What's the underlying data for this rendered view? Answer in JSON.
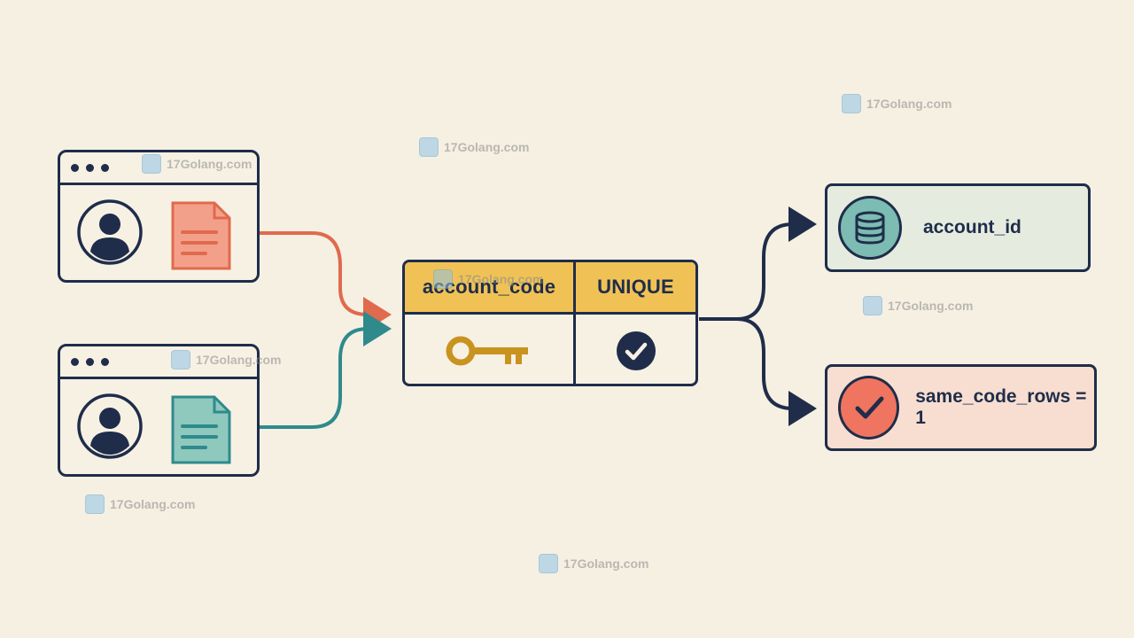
{
  "table": {
    "header_left": "account_code",
    "header_right": "UNIQUE",
    "left_icon": "key-icon",
    "right_icon": "check-circle-icon"
  },
  "results": {
    "top": {
      "label": "account_id",
      "icon": "database-icon"
    },
    "bottom": {
      "label": "same_code_rows = 1",
      "icon": "check-icon"
    }
  },
  "clients": [
    {
      "icon": "user-avatar-icon",
      "doc_icon": "document-icon",
      "doc_color": "#f3a08a"
    },
    {
      "icon": "user-avatar-icon",
      "doc_icon": "document-icon",
      "doc_color": "#8fc8bd"
    }
  ],
  "watermark": {
    "text": "17Golang.com"
  },
  "colors": {
    "ink": "#1f2d4a",
    "red_flow": "#e06a4d",
    "teal_flow": "#2f8a8c",
    "header": "#f0c256",
    "key": "#c9931f",
    "background": "#f6f0e3"
  }
}
